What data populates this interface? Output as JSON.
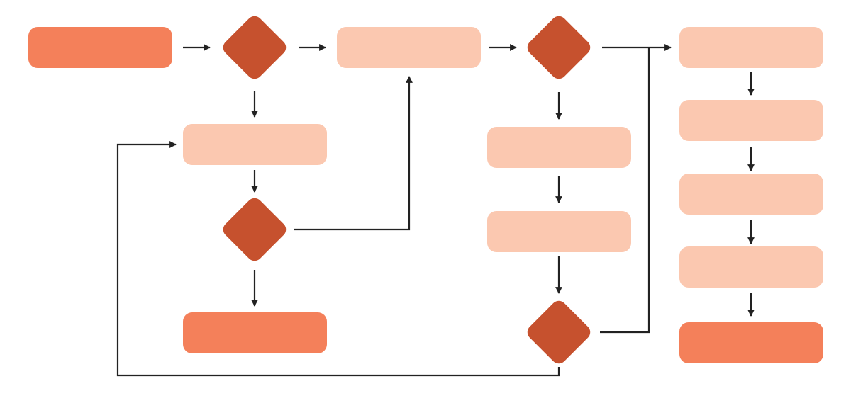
{
  "diagram": {
    "type": "flowchart",
    "colors": {
      "terminal": "#F4805A",
      "process": "#FBC8B0",
      "decision": "#C6512E",
      "connector": "#222222",
      "background": "#FFFFFF"
    },
    "nodes": [
      {
        "id": "start",
        "kind": "terminal",
        "label": ""
      },
      {
        "id": "d1",
        "kind": "decision",
        "label": ""
      },
      {
        "id": "p1",
        "kind": "process",
        "label": ""
      },
      {
        "id": "p2",
        "kind": "process",
        "label": ""
      },
      {
        "id": "d2",
        "kind": "decision",
        "label": ""
      },
      {
        "id": "end1",
        "kind": "terminal",
        "label": ""
      },
      {
        "id": "d3",
        "kind": "decision",
        "label": ""
      },
      {
        "id": "p3",
        "kind": "process",
        "label": ""
      },
      {
        "id": "p4",
        "kind": "process",
        "label": ""
      },
      {
        "id": "d4",
        "kind": "decision",
        "label": ""
      },
      {
        "id": "p5",
        "kind": "process",
        "label": ""
      },
      {
        "id": "p6",
        "kind": "process",
        "label": ""
      },
      {
        "id": "p7",
        "kind": "process",
        "label": ""
      },
      {
        "id": "p8",
        "kind": "process",
        "label": ""
      },
      {
        "id": "end2",
        "kind": "terminal",
        "label": ""
      }
    ],
    "edges": [
      {
        "from": "start",
        "to": "d1"
      },
      {
        "from": "d1",
        "to": "p1"
      },
      {
        "from": "d1",
        "to": "p2"
      },
      {
        "from": "p2",
        "to": "d2"
      },
      {
        "from": "d2",
        "to": "end1"
      },
      {
        "from": "d2",
        "to": "p1"
      },
      {
        "from": "p1",
        "to": "d3"
      },
      {
        "from": "d3",
        "to": "p3"
      },
      {
        "from": "p3",
        "to": "p4"
      },
      {
        "from": "p4",
        "to": "d4"
      },
      {
        "from": "d3",
        "to": "p5"
      },
      {
        "from": "d4",
        "to": "p5"
      },
      {
        "from": "d4",
        "to": "p2"
      },
      {
        "from": "p5",
        "to": "p6"
      },
      {
        "from": "p6",
        "to": "p7"
      },
      {
        "from": "p7",
        "to": "p8"
      },
      {
        "from": "p8",
        "to": "end2"
      }
    ]
  }
}
